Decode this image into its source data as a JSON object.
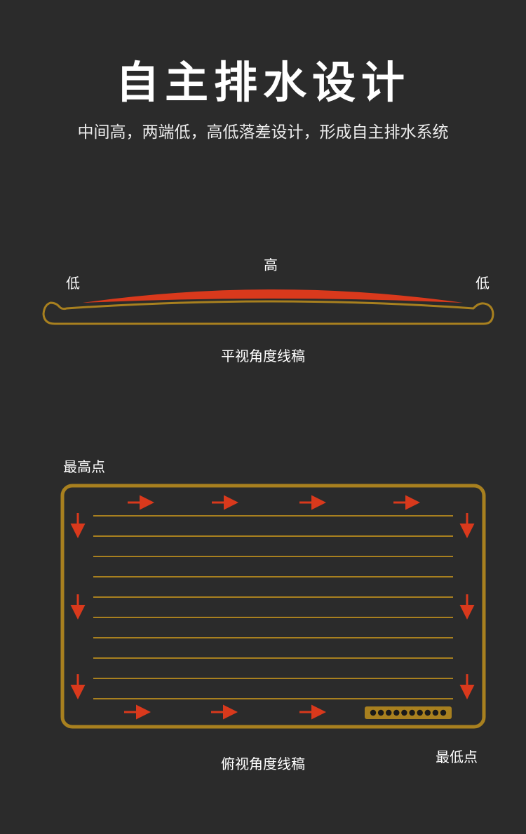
{
  "header": {
    "title": "自主排水设计",
    "subtitle": "中间高，两端低，高低落差设计，形成自主排水系统"
  },
  "side_view": {
    "label_high": "高",
    "label_low_left": "低",
    "label_low_right": "低",
    "caption": "平视角度线稿"
  },
  "top_view": {
    "label_highest": "最高点",
    "label_lowest": "最低点",
    "caption": "俯视角度线稿"
  },
  "colors": {
    "background": "#2b2b2b",
    "outline": "#a8801f",
    "arrow": "#d9391c"
  }
}
